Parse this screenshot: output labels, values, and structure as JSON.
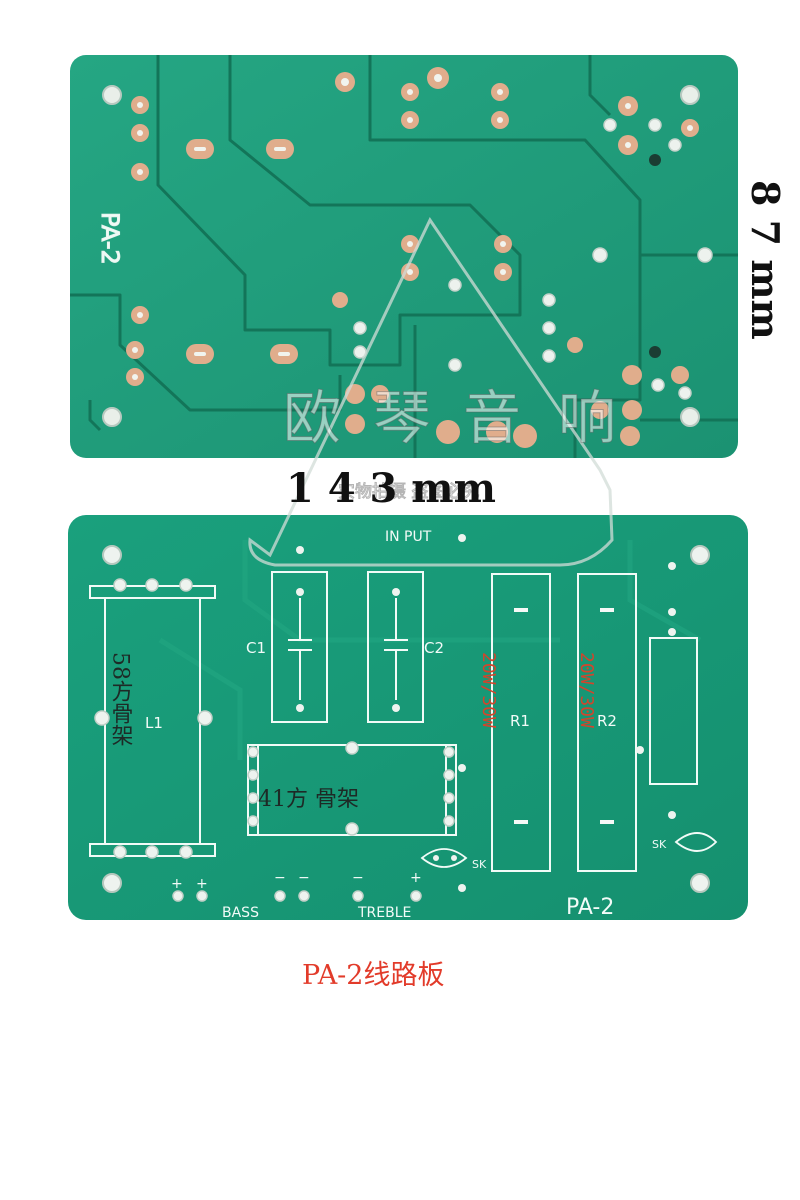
{
  "board_top": {
    "label": "PA-2"
  },
  "dimensions": {
    "height": "8 7 mm",
    "width": "1 4 3 mm"
  },
  "watermark": {
    "chars": [
      "欧",
      "琴",
      "音",
      "响"
    ],
    "subtext": "实物拍摄 盗图必究"
  },
  "board_bottom": {
    "input_label": "IN PUT",
    "c1_label": "C1",
    "c2_label": "C2",
    "l1_label": "L1",
    "l1_core": "58方骨架",
    "l2_core": "41方 骨架",
    "r1_label": "R1",
    "r2_label": "R2",
    "r1_power": "20W/30W",
    "r2_power": "20W/30W",
    "sk_left": "SK",
    "sk_right": "SK",
    "bass_label": "BASS",
    "treble_label": "TREBLE",
    "plus": "+",
    "minus": "−",
    "board_name": "PA-2"
  },
  "caption": "PA-2线路板",
  "colors": {
    "pcb_green": "#1f9e7a",
    "trace_dark": "#177a5d",
    "pad_copper": "#e0ad8c",
    "silk": "#f2fbf8"
  }
}
